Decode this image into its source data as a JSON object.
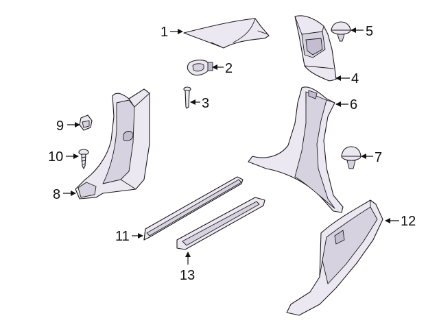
{
  "callouts": [
    {
      "id": "1",
      "label": "1"
    },
    {
      "id": "2",
      "label": "2"
    },
    {
      "id": "3",
      "label": "3"
    },
    {
      "id": "4",
      "label": "4"
    },
    {
      "id": "5",
      "label": "5"
    },
    {
      "id": "6",
      "label": "6"
    },
    {
      "id": "7",
      "label": "7"
    },
    {
      "id": "8",
      "label": "8"
    },
    {
      "id": "9",
      "label": "9"
    },
    {
      "id": "10",
      "label": "10"
    },
    {
      "id": "11",
      "label": "11"
    },
    {
      "id": "12",
      "label": "12"
    },
    {
      "id": "13",
      "label": "13"
    }
  ],
  "colors": {
    "part_fill": "#ebe8f1",
    "part_shade": "#d6d2df",
    "outline": "#1a1a1a"
  }
}
